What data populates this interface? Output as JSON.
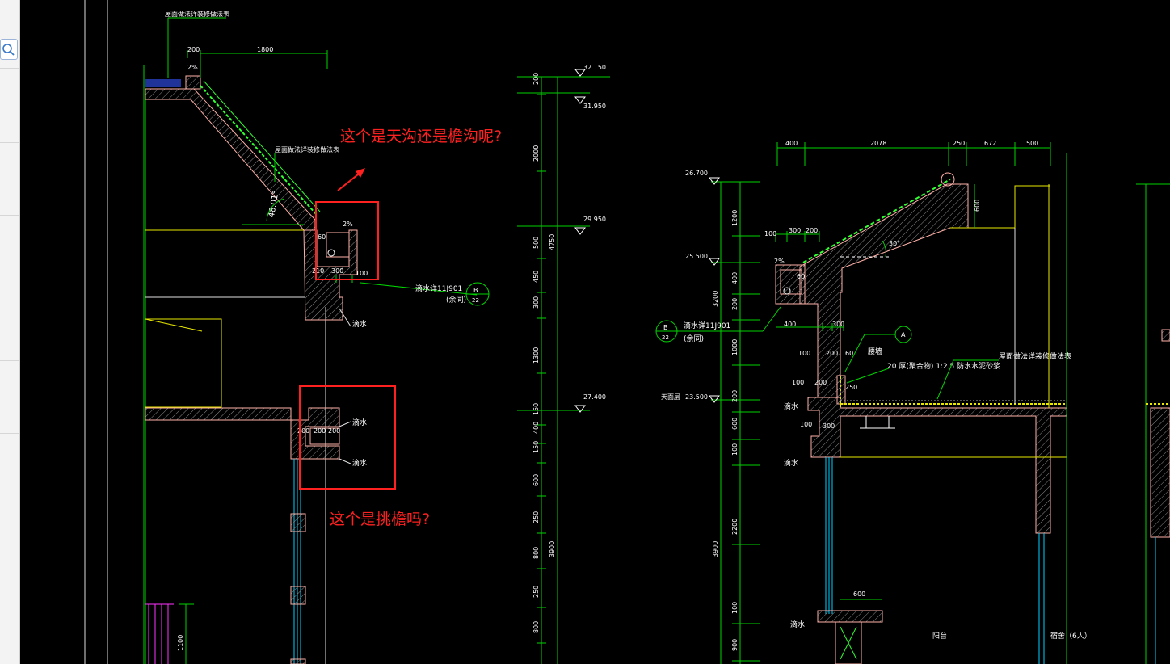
{
  "annotations": {
    "question_gutter": "这个是天沟还是檐沟呢?",
    "question_eave": "这个是挑檐吗?"
  },
  "left_section": {
    "roof_note_top": "屋面做法详装修做法表",
    "roof_note_slope": "屋面做法详装修做法表",
    "dim_200": "200",
    "dim_1800": "1800",
    "slope_2pct": "2%",
    "slope_2pct_b": "2%",
    "angle": "48.01°",
    "dim_60": "60",
    "dim_210": "210",
    "dim_300": "300",
    "dim_100": "100",
    "drip_ref": "滴水详11J901",
    "drip_ref_sub": "(余同)",
    "callout_letter": "B",
    "callout_number": "22",
    "drip_label_1": "滴水",
    "drip_label_2": "滴水",
    "drip_label_3": "滴水",
    "eave_dim_a": "200",
    "eave_dim_b": "200",
    "eave_dim_c": "200",
    "dim_1100": "1100"
  },
  "left_elevation_axis": {
    "levels": [
      "32.150",
      "31.950",
      "29.950",
      "27.400"
    ],
    "segments": [
      "200",
      "2000",
      "500",
      "450",
      "300",
      "1300",
      "150",
      "400",
      "150",
      "600",
      "250",
      "800",
      "250",
      "800"
    ],
    "totals": [
      "4750",
      "3900"
    ]
  },
  "right_section": {
    "top_dims": [
      "400",
      "2078",
      "250",
      "672",
      "500"
    ],
    "levels": [
      "26.700",
      "25.500",
      "23.500"
    ],
    "level_name": "天面层",
    "segments": [
      "1200",
      "400",
      "200",
      "1000",
      "200",
      "600",
      "100",
      "2200",
      "100",
      "900"
    ],
    "totals": [
      "3200",
      "3900"
    ],
    "dim_600": "600",
    "dim_100": "100",
    "dim_300": "300",
    "dim_200": "200",
    "slope_2pct": "2%",
    "dim_60": "60",
    "angle": "30°",
    "drip_ref": "滴水详11J901",
    "drip_ref_sub": "(余同)",
    "callout_letter": "B",
    "callout_number": "22",
    "callout_a": "A",
    "dim_400": "400",
    "dim_300_b": "300",
    "dim_100_b": "100",
    "dim_200_b": "200",
    "dim_60_b": "60",
    "label_parapet": "腰墙",
    "label_layer": "20 厚(聚合物) 1:2.5 防水水泥砂浆",
    "label_roof": "屋面做法详装修做法表",
    "dim_250": "250",
    "dim_100_c": "100",
    "dim_200_c": "200",
    "dim_100_d": "100",
    "dim_300_c": "300",
    "drip_1": "滴水",
    "drip_2": "滴水",
    "drip_3": "滴水",
    "dim_600_b": "600",
    "room_balcony": "阳台",
    "room_dorm": "宿舍（6人）"
  },
  "colors": {
    "background": "#000000",
    "annotation": "#ff2020",
    "dim_line": "#00d400",
    "text": "#ffffff",
    "wall": "#ffb0a8",
    "roof_edge": "#33ff33",
    "guide": "#e8e800",
    "glass": "#00d0ff",
    "magenta": "#ff33ff"
  }
}
